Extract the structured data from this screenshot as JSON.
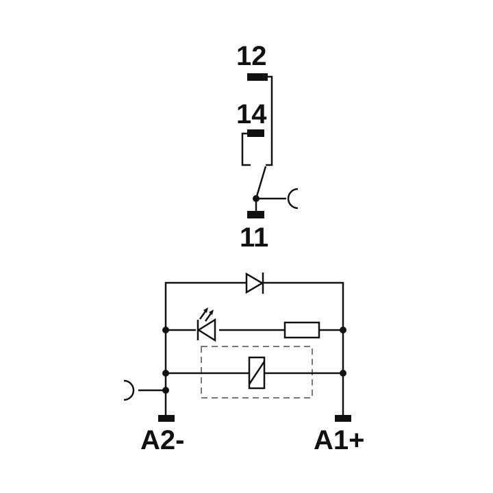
{
  "terminals": {
    "t12": "12",
    "t14": "14",
    "t11": "11",
    "a2": "A2-",
    "a1": "A1+"
  }
}
